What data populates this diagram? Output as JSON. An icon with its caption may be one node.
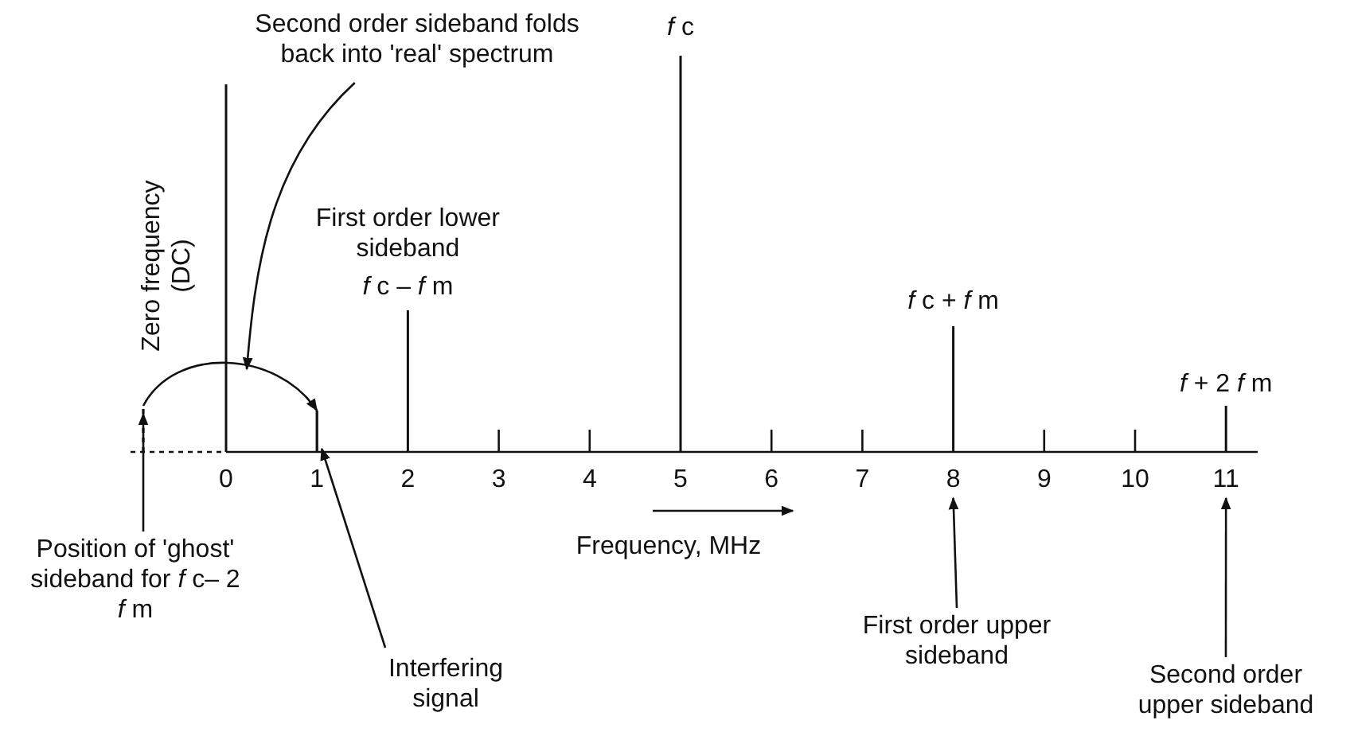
{
  "diagram": {
    "nodes": [
      {
        "text": [
          "Second order sideband folds back into 'real' spectrum"
        ]
      },
      {
        "text": [
          "Position of 'ghost' sideband for *f* c– 2 *f* m"
        ]
      },
      {
        "text": [],
        "shape": "bar"
      },
      {
        "text": [
          "Interfering signal"
        ]
      },
      {
        "text": [],
        "shape": "bar"
      },
      {
        "text": [
          "First order upper sideband"
        ]
      },
      {
        "text": [
          "Second order upper sideband"
        ]
      },
      {
        "text": [
          "8"
        ]
      },
      {
        "text": [
          "11"
        ]
      }
    ],
    "edges": [
      {
        "from": 0,
        "to": null,
        "arrow": "to"
      },
      {
        "from": 1,
        "to": 2,
        "arrow": "to"
      },
      {
        "from": 2,
        "to": 4,
        "arrow": "to"
      },
      {
        "from": 3,
        "to": 4,
        "arrow": "to"
      },
      {
        "from": 5,
        "to": 7,
        "arrow": "to"
      },
      {
        "from": 6,
        "to": 8,
        "arrow": "to"
      }
    ],
    "labels": [
      "*f* c",
      "Zero frequency (DC)",
      "First order lower sideband",
      "*f* c – *f* m",
      "*f* c + *f* m",
      "*f* + 2 *f* m",
      "0",
      "1",
      "2",
      "3",
      "4",
      "5",
      "6",
      "7",
      "9",
      "10",
      "Frequency, MHz"
    ]
  }
}
